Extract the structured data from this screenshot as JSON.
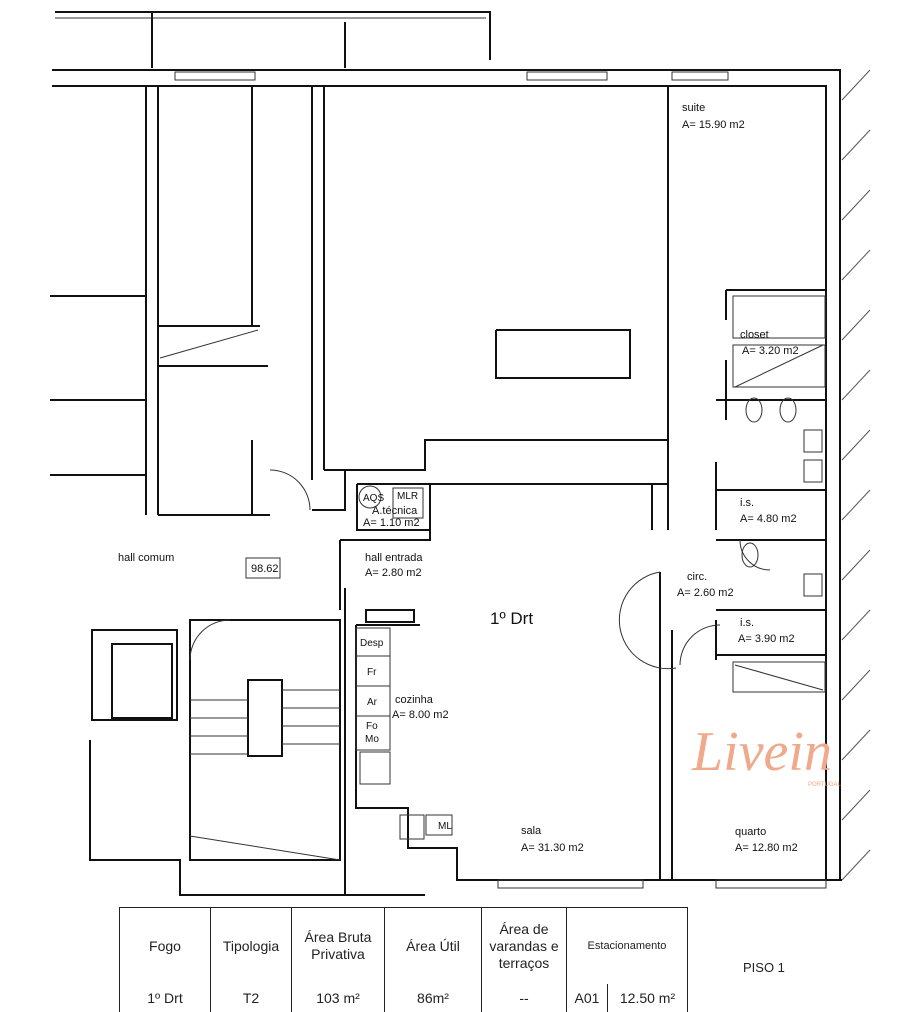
{
  "plan": {
    "unit_label": "1º Drt",
    "hall_comum": "hall comum",
    "level_mark": "98.62",
    "rooms": {
      "suite": {
        "name": "suite",
        "area": "A= 15.90 m2"
      },
      "closet": {
        "name": "closet",
        "area": "A= 3.20 m2"
      },
      "is1": {
        "name": "i.s.",
        "area": "A= 4.80 m2"
      },
      "circ": {
        "name": "circ.",
        "area": "A= 2.60 m2"
      },
      "is2": {
        "name": "i.s.",
        "area": "A= 3.90 m2"
      },
      "atecnica": {
        "name": "A.técnica",
        "area": "A= 1.10 m2",
        "aqs": "AQS",
        "mlr": "MLR"
      },
      "hall_entrada": {
        "name": "hall entrada",
        "area": "A= 2.80 m2"
      },
      "cozinha": {
        "name": "cozinha",
        "area": "A= 8.00 m2"
      },
      "sala": {
        "name": "sala",
        "area": "A= 31.30 m2"
      },
      "quarto": {
        "name": "quarto",
        "area": "A= 12.80 m2"
      }
    },
    "kitchen_units": [
      "Desp",
      "Fr",
      "Ar",
      "Fo",
      "Mo"
    ],
    "kitchen_ml": "ML"
  },
  "logo": {
    "text": "Livein",
    "sub": "PORTUGAL"
  },
  "table": {
    "headers": [
      "Fogo",
      "Tipologia",
      "Área Bruta Privativa",
      "Área Útil",
      "Área de varandas e terraços",
      "Estacionamento"
    ],
    "values": {
      "fogo": "1º Drt",
      "tipologia": "T2",
      "area_bruta": "103 m²",
      "area_util": "86m²",
      "varandas": "--",
      "estac_id": "A01",
      "estac_area": "12.50 m²"
    }
  },
  "floor": "PISO 1"
}
